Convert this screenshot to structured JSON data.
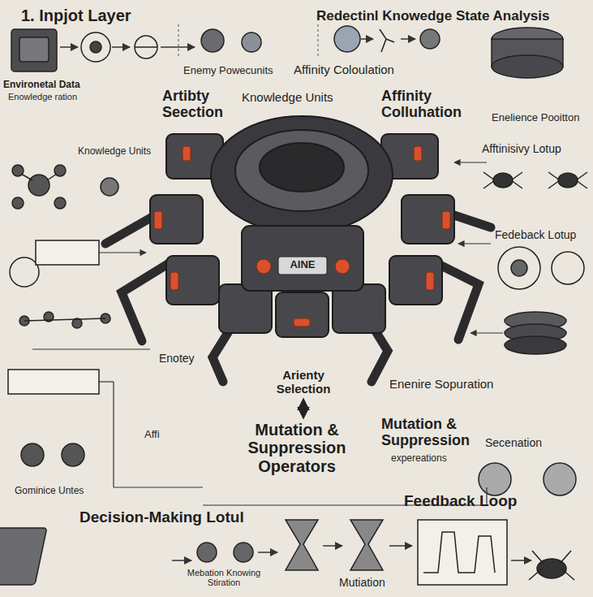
{
  "diagram": {
    "title": "Redectinl Knowedge State Analysis",
    "nodes": [
      {
        "text": [
          "Arienty Selection"
        ]
      },
      {
        "text": [
          "Mutation & Suppression Operators"
        ]
      }
    ],
    "edges": [
      {
        "from": 0,
        "to": 1,
        "arrow": "both"
      }
    ],
    "labels": [
      "1. Inpjot Layer",
      "Environetal Data",
      "Enowledge ration",
      "Enemy Powecunits",
      "Affinity Coloulation",
      "Artibty Seection",
      "Knowledge Units",
      "Affinity Colluhation",
      "Enelience Pooitton",
      "Afftinisivy Lotup",
      "Knowledge Units",
      "Fedeback Lotup",
      "AINE",
      "Enotey",
      "Enenire Sopuration",
      "Mutation & Suppression",
      "expereations",
      "Secenation",
      "Affi",
      "Gominice Untes",
      "Decision-Making Lotul",
      "Mebation Knowing Stiration",
      "Mutiation",
      "Feedback Loop"
    ]
  }
}
